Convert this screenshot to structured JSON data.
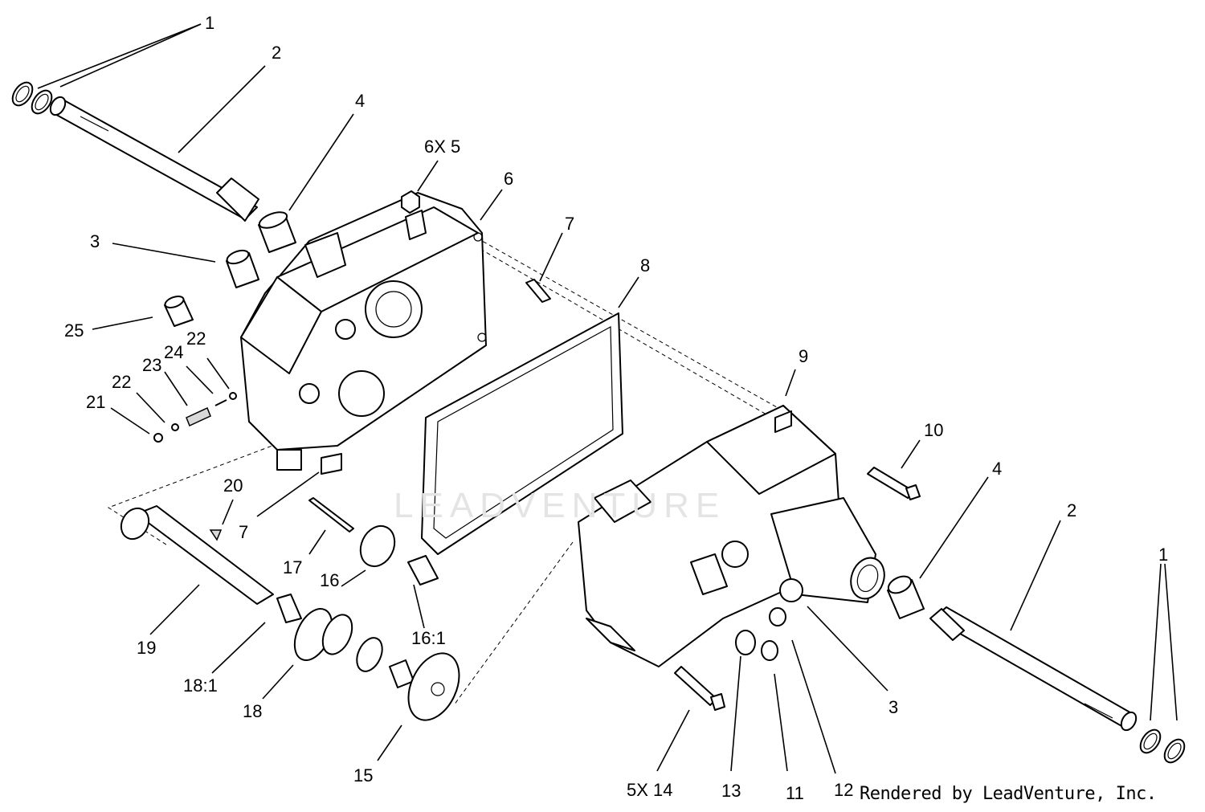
{
  "diagram": {
    "credit": "Rendered by LeadVenture, Inc.",
    "watermark": "LEADVENTURE",
    "callouts": {
      "c1_top": "1",
      "c2_top": "2",
      "c4_top": "4",
      "c6x5": "6X 5",
      "c6": "6",
      "c7_top": "7",
      "c8": "8",
      "c3_left": "3",
      "c25": "25",
      "c22_top": "22",
      "c24": "24",
      "c23": "23",
      "c22_left": "22",
      "c21": "21",
      "c9": "9",
      "c10": "10",
      "c4_right": "4",
      "c2_right": "2",
      "c1_right": "1",
      "c20": "20",
      "c7_mid": "7",
      "c17": "17",
      "c16": "16",
      "c16_1": "16:1",
      "c19": "19",
      "c18_1": "18:1",
      "c18": "18",
      "c15": "15",
      "c5x14": "5X 14",
      "c13": "13",
      "c11": "11",
      "c12": "12",
      "c3_right": "3"
    }
  }
}
